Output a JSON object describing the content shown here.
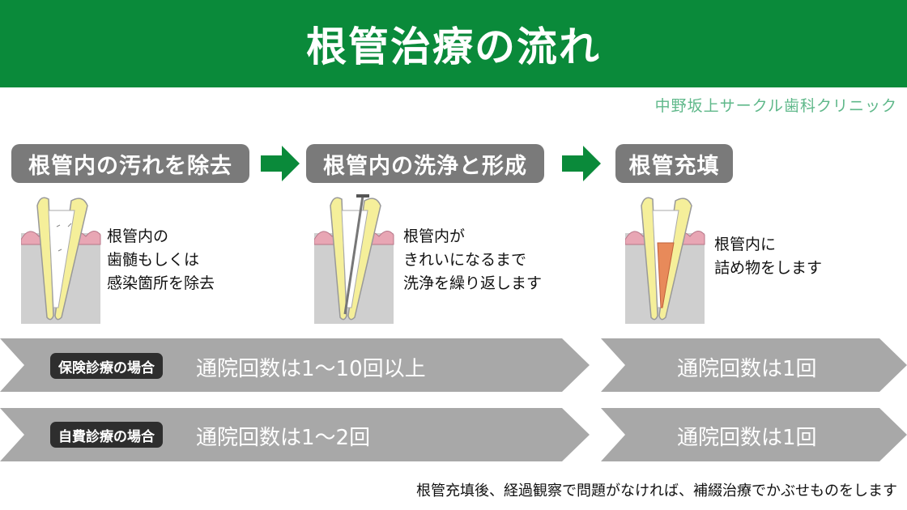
{
  "title": "根管治療の流れ",
  "clinic_name": "中野坂上サークル歯科クリニック",
  "colors": {
    "header_green": "#0a8a3a",
    "step_gray": "#7a7a7a",
    "band_gray": "#a8a8a8",
    "tag_dark": "#2e2e2e",
    "tooth_yellow": "#f5ef9a",
    "gum_pink": "#e8a6b4",
    "filling_orange": "#e88a5a"
  },
  "steps": [
    {
      "label": "根管内の汚れを除去",
      "description": [
        "根管内の",
        "歯髄もしくは",
        "感染箇所を除去"
      ]
    },
    {
      "label": "根管内の洗浄と形成",
      "description": [
        "根管内が",
        "きれいになるまで",
        "洗浄を繰り返します"
      ]
    },
    {
      "label": "根管充填",
      "description": [
        "根管内に",
        "詰め物をします"
      ]
    }
  ],
  "cases": [
    {
      "tag": "保険診療の場合",
      "treatment_visits": "通院回数は1〜10回以上",
      "filling_visits": "通院回数は1回"
    },
    {
      "tag": "自費診療の場合",
      "treatment_visits": "通院回数は1〜2回",
      "filling_visits": "通院回数は1回"
    }
  ],
  "footnote": "根管充填後、経過観察で問題がなければ、補綴治療でかぶせものをします"
}
